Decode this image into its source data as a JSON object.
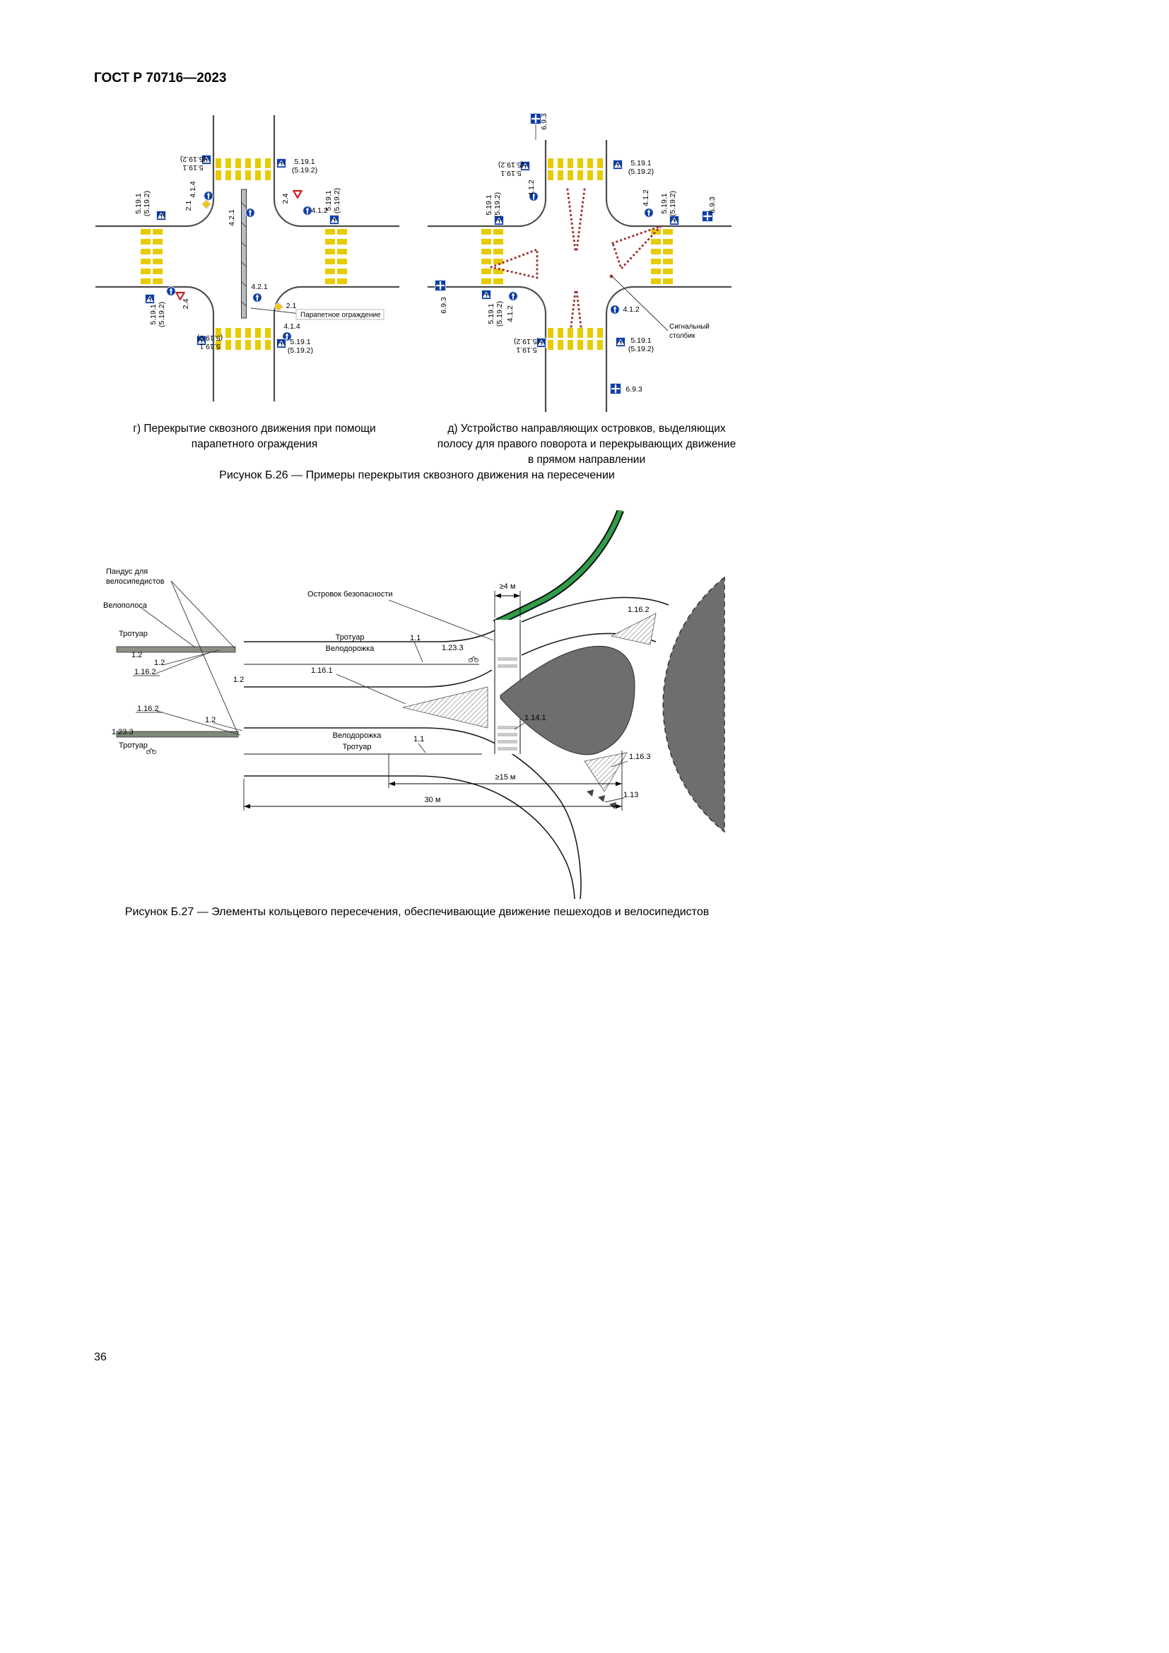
{
  "page": {
    "header": "ГОСТ Р 70716—2023",
    "page_number": "36"
  },
  "signs": {
    "ped1": "5.19.1",
    "ped2": "(5.19.2)",
    "s412": "4.1.2",
    "s414": "4.1.4",
    "s421": "4.2.1",
    "s24": "2.4",
    "s21": "2.1",
    "s693": "6.9.3"
  },
  "fig26": {
    "caption_g_line1": "г) Перекрытие сквозного движения при помощи",
    "caption_g_line2": "парапетного ограждения",
    "caption_d_line1": "д) Устройство направляющих островков, выделяющих",
    "caption_d_line2": "полосу для правого поворота и перекрывающих движение",
    "caption_d_line3": "в прямом направлении",
    "caption": "Рисунок Б.26 — Примеры перекрытия сквозного движения на пересечении",
    "callout_parapet": "Парапетное ограждение",
    "callout_post_line1": "Сигнальный",
    "callout_post_line2": "столбик"
  },
  "fig27": {
    "caption": "Рисунок Б.27 — Элементы кольцевого пересечения, обеспечивающие движение пешеходов и велосипедистов",
    "labels": {
      "ramp_line1": "Пандус для",
      "ramp_line2": "велосипедистов",
      "bike_lane": "Велополоса",
      "safety_island": "Островок безопасности",
      "sidewalk": "Тротуар",
      "bikepath": "Велодорожка",
      "m11": "1.1",
      "m12": "1.2",
      "m113": "1.13",
      "m1141": "1.14.1",
      "m1161": "1.16.1",
      "m1162": "1.16.2",
      "m1163": "1.16.3",
      "m1233": "1.23.3",
      "dim4": "≥4 м",
      "dim15": "≥15 м",
      "dim30": "30 м"
    }
  }
}
